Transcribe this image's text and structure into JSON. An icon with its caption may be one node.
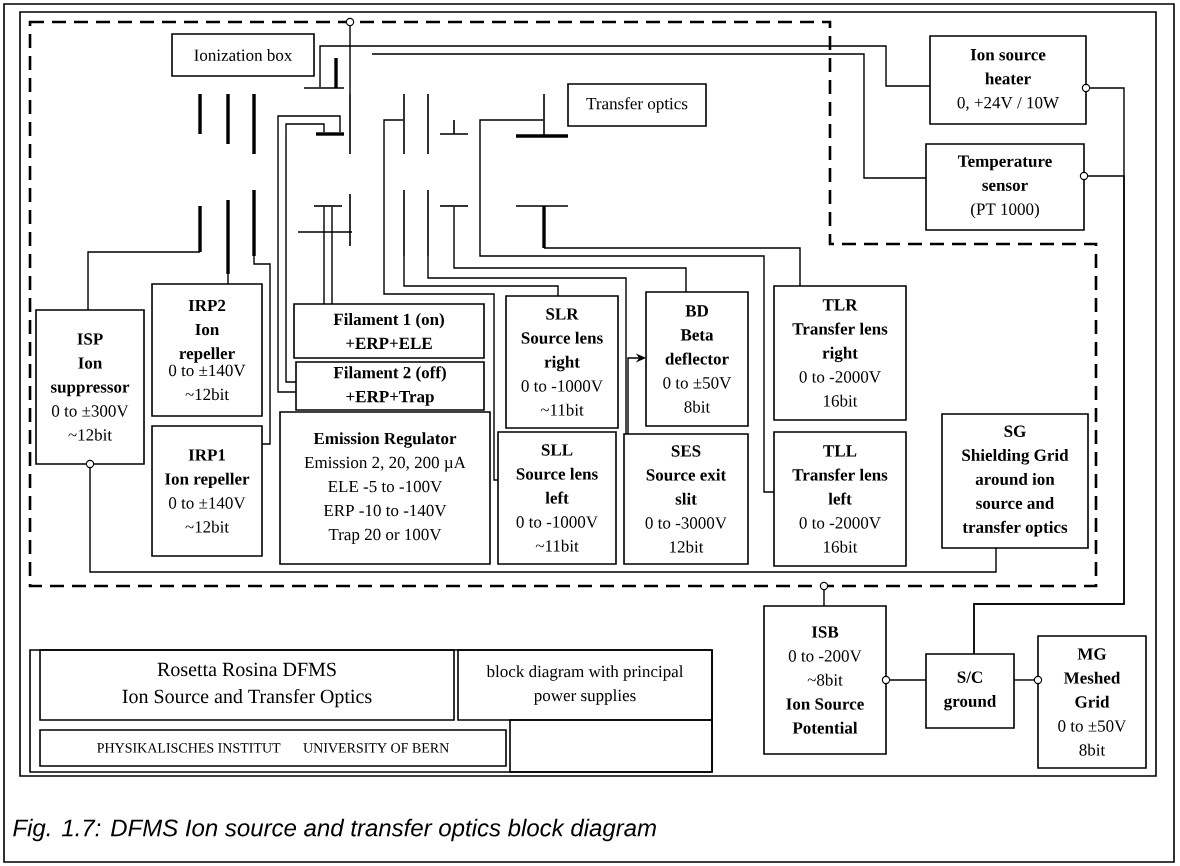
{
  "diagram": {
    "caption": "Fig. 1.7: DFMS Ion source and transfer optics block diagram",
    "nodes": [
      {
        "text": [],
        "shape": "box"
      },
      {
        "text": [
          "Ionization box"
        ],
        "in": 0
      },
      {
        "text": [
          "Transfer optics"
        ],
        "in": 0
      },
      {
        "text": [
          "Ion source heater",
          "0, +24V / 10W"
        ]
      },
      {
        "text": [
          "Temperature sensor",
          "(PT 1000)"
        ]
      },
      {
        "text": [
          "ISP",
          "Ion suppressor",
          "0 to ±300V",
          "~12bit"
        ],
        "in": 0
      },
      {
        "text": [
          "IRP2",
          "Ion repeller",
          "0 to ±140V",
          "~12bit"
        ],
        "in": 0
      },
      {
        "text": [
          "IRP1",
          "Ion repeller",
          "0 to ±140V",
          "~12bit"
        ],
        "in": 0
      },
      {
        "text": [
          "Filament 1 (on)",
          "+ERP+ELE"
        ],
        "in": 0
      },
      {
        "text": [
          "Filament 2 (off)",
          "+ERP+Trap"
        ],
        "in": 0
      },
      {
        "text": [
          "Emission Regulator",
          "Emission 2, 20, 200 µA",
          "ELE -5 to -100V",
          "ERP -10 to -140V",
          "Trap 20 or 100V"
        ],
        "in": 0
      },
      {
        "text": [
          "SLR",
          "Source lens right",
          "0 to -1000V",
          "~11bit"
        ],
        "in": 0
      },
      {
        "text": [
          "BD",
          "Beta deflector",
          "0 to ±50V",
          "8bit"
        ],
        "in": 0
      },
      {
        "text": [
          "SLL",
          "Source lens left",
          "0 to -1000V",
          "~11bit"
        ],
        "in": 0
      },
      {
        "text": [
          "SES",
          "Source exit slit",
          "0 to -3000V",
          "12bit"
        ],
        "in": 0
      },
      {
        "text": [
          "TLR",
          "Transfer lens right",
          "0 to -2000V",
          "16bit"
        ],
        "in": 0
      },
      {
        "text": [
          "TLL",
          "Transfer lens left",
          "0 to -2000V",
          "16bit"
        ],
        "in": 0
      },
      {
        "text": [
          "SG",
          "Shielding Grid around ion source and transfer optics"
        ],
        "in": 0
      },
      {
        "text": [
          "ISB",
          "0 to -200V",
          "~8bit",
          "Ion Source Potential"
        ]
      },
      {
        "text": [
          "S/C ground"
        ]
      },
      {
        "text": [
          "MG",
          "Meshed Grid",
          "0 to ±50V",
          "8bit"
        ]
      },
      {
        "text": [],
        "shape": "bar",
        "in": 0
      },
      {
        "text": [],
        "shape": "bar",
        "in": 0
      },
      {
        "text": [],
        "shape": "bar",
        "in": 0
      },
      {
        "text": [],
        "shape": "bar",
        "in": 0
      },
      {
        "text": [],
        "shape": "bar",
        "in": 0
      },
      {
        "text": [],
        "shape": "bar",
        "in": 0
      },
      {
        "text": [],
        "shape": "bar",
        "in": 0
      },
      {
        "text": [],
        "shape": "bar",
        "in": 0
      },
      {
        "text": [],
        "shape": "bar",
        "in": 0
      },
      {
        "text": [],
        "shape": "bar",
        "in": 0
      },
      {
        "text": [],
        "shape": "bar",
        "in": 0
      },
      {
        "text": [],
        "shape": "bar",
        "in": 0
      },
      {
        "text": [],
        "shape": "bar",
        "in": 0
      },
      {
        "text": [],
        "shape": "circle"
      },
      {
        "text": [],
        "shape": "circle"
      }
    ],
    "edges": [
      {
        "from": 3,
        "to": 19,
        "arrow": "none"
      },
      {
        "from": 4,
        "to": 19,
        "arrow": "none"
      },
      {
        "from": 34,
        "to": 18,
        "arrow": "none"
      },
      {
        "from": 18,
        "to": 19,
        "arrow": "none"
      },
      {
        "from": 20,
        "to": 19,
        "arrow": "none"
      },
      {
        "from": 5,
        "to": 17,
        "arrow": "none"
      },
      {
        "from": 14,
        "to": 12,
        "arrow": "to"
      },
      {
        "from": 3,
        "to": 32,
        "arrow": "none"
      },
      {
        "from": 4,
        "to": null,
        "arrow": "none"
      },
      {
        "from": 5,
        "to": 21,
        "arrow": "none"
      },
      {
        "from": 6,
        "to": 22,
        "arrow": "none"
      },
      {
        "from": 7,
        "to": 23,
        "arrow": "none"
      },
      {
        "from": 8,
        "to": 24,
        "arrow": "none"
      },
      {
        "from": 8,
        "to": 24,
        "arrow": "none"
      },
      {
        "from": 9,
        "to": 25,
        "arrow": "none"
      },
      {
        "from": 9,
        "to": 25,
        "arrow": "none"
      },
      {
        "from": 11,
        "to": 27,
        "arrow": "none"
      },
      {
        "from": 12,
        "to": 29,
        "arrow": "none"
      },
      {
        "from": 13,
        "to": 26,
        "arrow": "none"
      },
      {
        "from": 14,
        "to": 28,
        "arrow": "none"
      },
      {
        "from": 15,
        "to": 30,
        "arrow": "none"
      },
      {
        "from": 16,
        "to": 31,
        "arrow": "none"
      },
      {
        "from": 35,
        "to": 33,
        "arrow": "none"
      }
    ],
    "labels": [
      "Rosetta Rosina DFMS",
      "Ion Source and Transfer Optics",
      "block diagram with principal power supplies",
      "PHYSIKALISCHES INSTITUT",
      "UNIVERSITY OF BERN"
    ]
  }
}
